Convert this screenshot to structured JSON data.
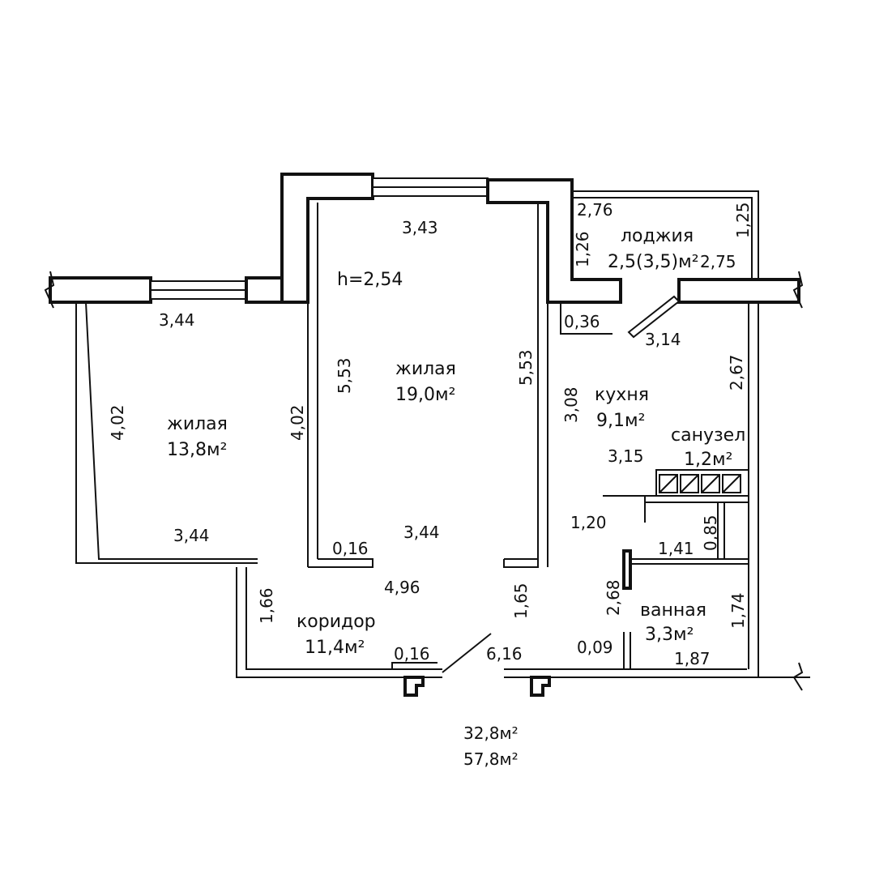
{
  "rooms": {
    "living_left": {
      "name": "жилая",
      "area": "13,8м²"
    },
    "living_center": {
      "name": "жилая",
      "area": "19,0м²"
    },
    "kitchen": {
      "name": "кухня",
      "area": "9,1м²"
    },
    "loggia": {
      "name": "лоджия",
      "area": "2,5(3,5)м²"
    },
    "wc": {
      "name": "санузел",
      "area": "1,2м²"
    },
    "bath": {
      "name": "ванная",
      "area": "3,3м²"
    },
    "corridor": {
      "name": "коридор",
      "area": "11,4м²"
    }
  },
  "height": "h=2,54",
  "dimensions": {
    "d343": "3,43",
    "d344_top_left": "3,44",
    "d344_bottom_left": "3,44",
    "d344_bottom_center": "3,44",
    "d402_left": "4,02",
    "d402_mid": "4,02",
    "d553_left": "5,53",
    "d553_right": "5,53",
    "d016_room": "0,16",
    "d016_corr": "0,16",
    "d496": "4,96",
    "d166": "1,66",
    "d165": "1,65",
    "d616": "6,16",
    "d276": "2,76",
    "d126": "1,26",
    "d125": "1,25",
    "d275": "2,75",
    "d036": "0,36",
    "d314": "3,14",
    "d308": "3,08",
    "d267": "2,67",
    "d315": "3,15",
    "d120": "1,20",
    "d085": "0,85",
    "d141": "1,41",
    "d268": "2,68",
    "d174": "1,74",
    "d009": "0,09",
    "d187": "1,87"
  },
  "totals": {
    "living": "32,8м²",
    "total": "57,8м²"
  }
}
